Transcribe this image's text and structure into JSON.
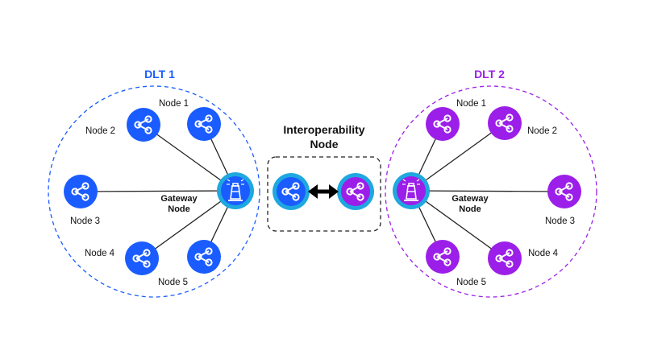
{
  "colors": {
    "dlt1": "#1a5cff",
    "dlt2": "#9b1fe8",
    "gateway_ring": "#1fa8e0",
    "line": "#222222",
    "background": "#ffffff"
  },
  "dlt1": {
    "title": "DLT 1",
    "nodes": [
      "Node 1",
      "Node 2",
      "Node 3",
      "Node 4",
      "Node 5"
    ],
    "gateway_label_line1": "Gateway",
    "gateway_label_line2": "Node"
  },
  "dlt2": {
    "title": "DLT 2",
    "nodes": [
      "Node 1",
      "Node 2",
      "Node 3",
      "Node 4",
      "Node 5"
    ],
    "gateway_label_line1": "Gateway",
    "gateway_label_line2": "Node"
  },
  "interop": {
    "label_line1": "Interoperability",
    "label_line2": "Node"
  },
  "icons": {
    "node": "share-icon",
    "gateway": "lighthouse-icon",
    "link": "double-arrow-icon"
  }
}
